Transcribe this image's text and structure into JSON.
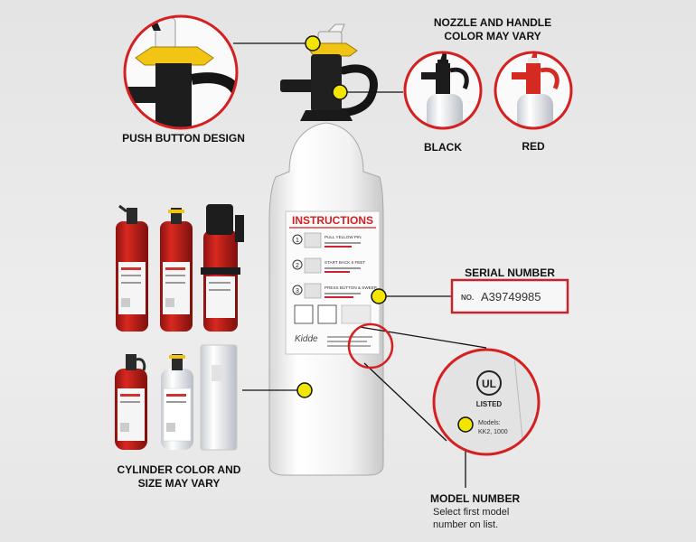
{
  "labels": {
    "push_button": "PUSH BUTTON DESIGN",
    "nozzle_vary_line1": "NOZZLE AND HANDLE",
    "nozzle_vary_line2": "COLOR MAY VARY",
    "black": "BLACK",
    "red": "RED",
    "serial_number": "SERIAL NUMBER",
    "cylinder_line1": "CYLINDER COLOR AND",
    "cylinder_line2": "SIZE MAY VARY",
    "model_number": "MODEL NUMBER",
    "model_note_line1": "Select first model",
    "model_note_line2": "number on list."
  },
  "serial_tag": {
    "prefix": "NO.",
    "value": "A39749985"
  },
  "instructions_panel": {
    "title": "INSTRUCTIONS",
    "steps": [
      {
        "num": "1",
        "text": "PULL YELLOW PIN"
      },
      {
        "num": "2",
        "text": "START BACK 6 FEET"
      },
      {
        "num": "3",
        "text": "PRESS BUTTON & SWEEP"
      }
    ],
    "brand": "Kidde"
  },
  "ul_badge": {
    "mark": "UL",
    "listed": "LISTED",
    "models_label": "Models:",
    "models_value": "KK2, 1000"
  },
  "colors": {
    "marker": "#f2e600",
    "ring": "#d42020",
    "extinguisher_red": "#c8201c",
    "body_white": "#f4f4f4"
  }
}
